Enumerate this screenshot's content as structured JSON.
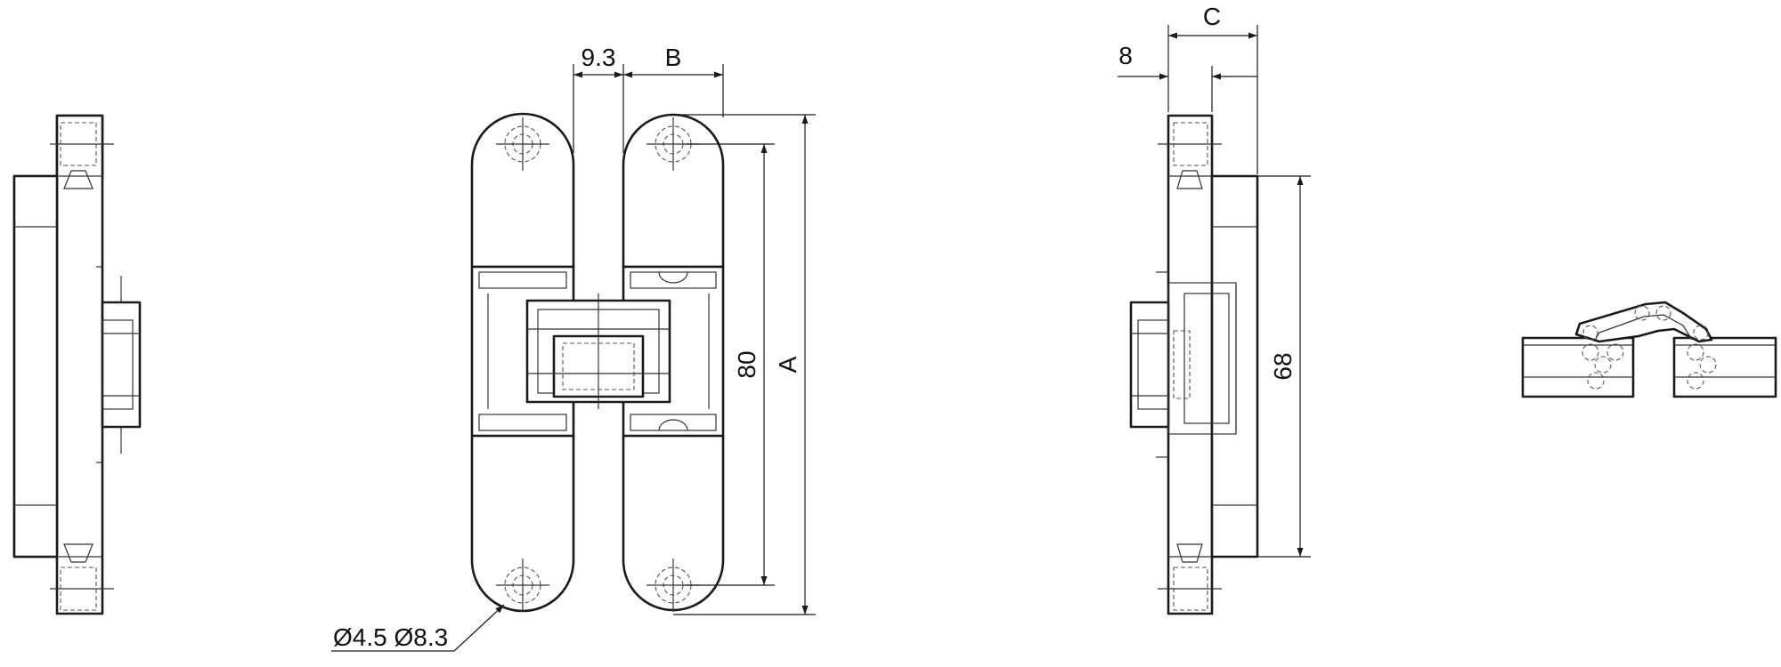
{
  "dimensions": {
    "gap": "9.3",
    "b": "B",
    "c": "C",
    "side_depth": "8",
    "hole_spacing": "80",
    "overall_length": "A",
    "body_length": "68",
    "holes": "Ø4.5 Ø8.3"
  }
}
